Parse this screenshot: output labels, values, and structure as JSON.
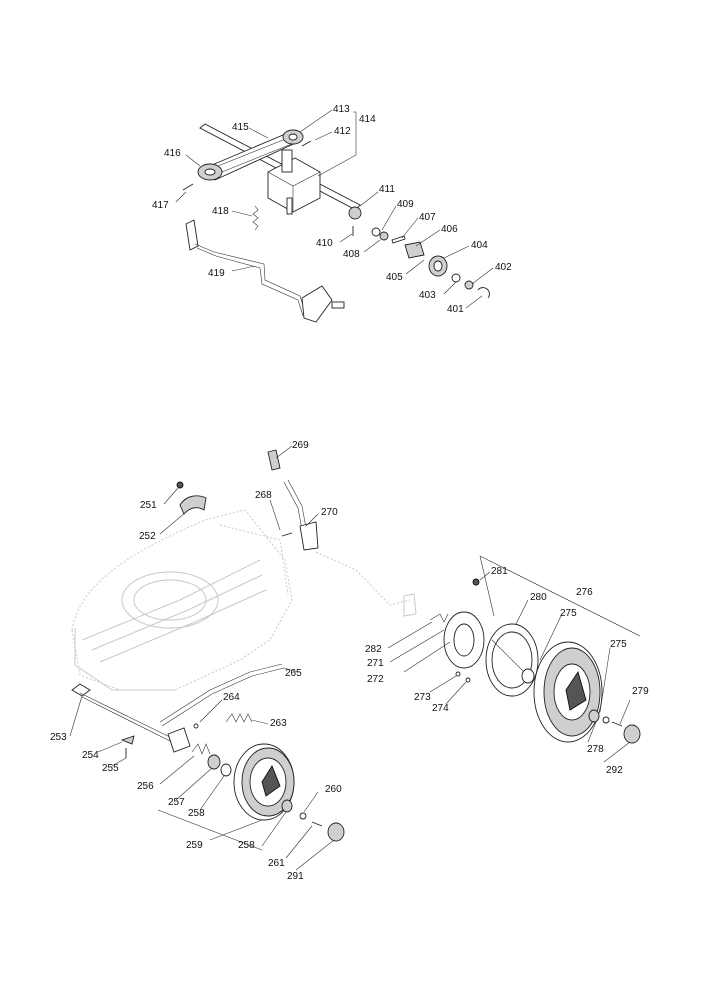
{
  "upper_group": {
    "labels": [
      "413",
      "415",
      "412",
      "414",
      "416",
      "417",
      "411",
      "409",
      "407",
      "418",
      "410",
      "408",
      "406",
      "404",
      "419",
      "405",
      "402",
      "403",
      "401"
    ]
  },
  "lower_group": {
    "labels": [
      "269",
      "268",
      "270",
      "251",
      "252",
      "281",
      "276",
      "280",
      "275",
      "282",
      "275",
      "271",
      "279",
      "265",
      "272",
      "264",
      "273",
      "274",
      "253",
      "263",
      "278",
      "254",
      "292",
      "255",
      "256",
      "257",
      "258",
      "260",
      "259",
      "258",
      "261",
      "291"
    ]
  }
}
